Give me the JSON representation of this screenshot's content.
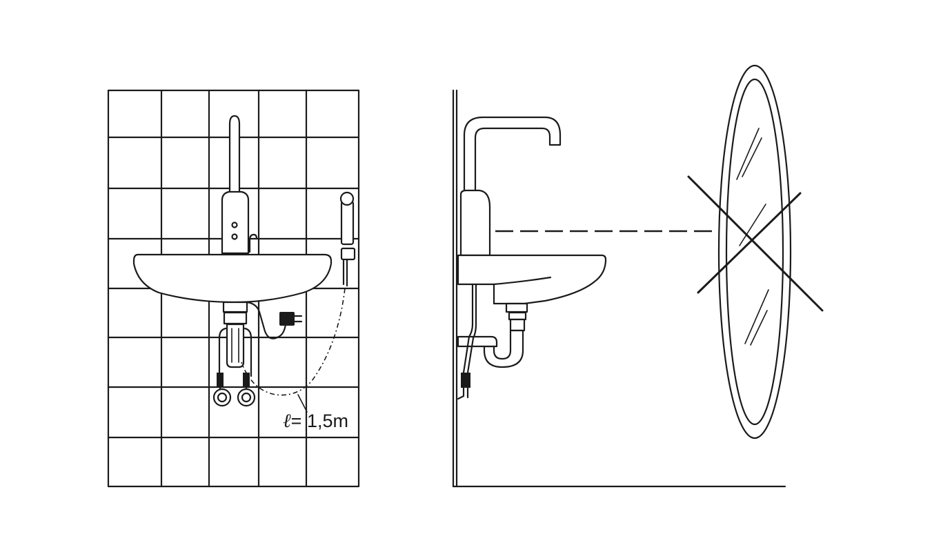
{
  "cable_length_label": {
    "symbol": "ℓ",
    "text": "= 1,5m"
  },
  "colors": {
    "line": "#1a1a1a",
    "background": "#ffffff"
  },
  "icons": {
    "front_view": [
      "tile-grid",
      "sensor-faucet-icon",
      "washbasin-icon",
      "hand-shower-icon",
      "power-adapter-icon",
      "angle-valve-icon",
      "cable-dash-dot"
    ],
    "side_view": [
      "wall-line",
      "floor-line",
      "faucet-icon",
      "washbasin-icon",
      "siphon-icon",
      "mirror-icon",
      "sensor-beam-dashed",
      "cross-out-icon"
    ]
  }
}
